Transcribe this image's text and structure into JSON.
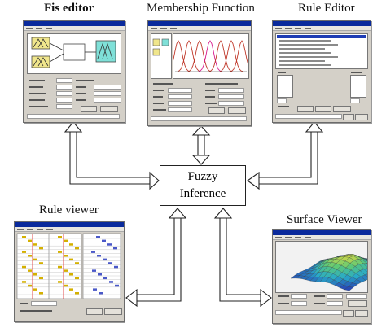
{
  "labels": {
    "fis_editor": "Fis editor",
    "membership_function": "Membership Function",
    "rule_editor": "Rule Editor",
    "rule_viewer": "Rule viewer",
    "surface_viewer": "Surface Viewer"
  },
  "center": {
    "line1": "Fuzzy",
    "line2": "Inference"
  },
  "colors": {
    "fis_input_fill": "#f0e68c",
    "fis_output_fill": "#7fe0d8",
    "mf_curve": "#c0392b",
    "mf_selected": "#d81b8f",
    "rule_highlight": "#1e3cb4",
    "arrow_stroke": "#222222"
  }
}
